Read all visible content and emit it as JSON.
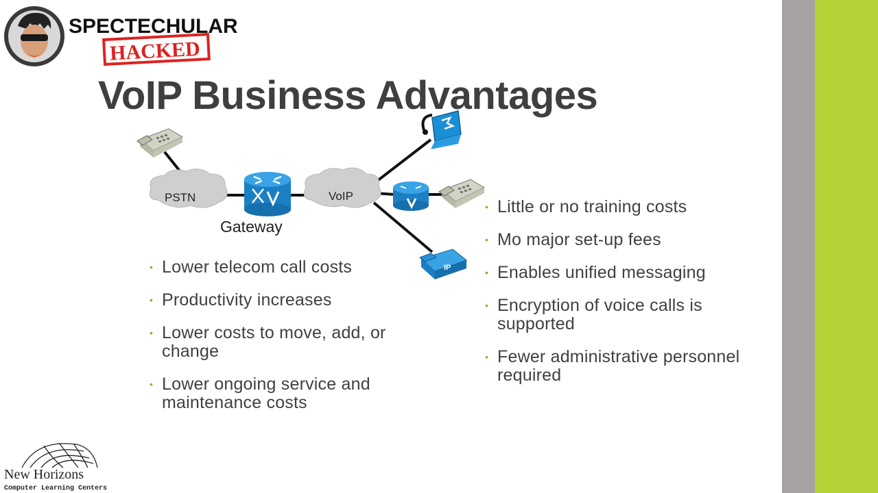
{
  "branding": {
    "logo_text_top": "SPECTECHULAR",
    "logo_stamp": "HACKED",
    "footer_logo_name": "New Horizons",
    "footer_logo_tagline": "Computer Learning Centers"
  },
  "slide": {
    "title": "VoIP Business Advantages"
  },
  "diagram": {
    "pstn_label": "PSTN",
    "voip_label": "VoIP",
    "gateway_label": "Gateway"
  },
  "bullets_left": [
    {
      "text": "Lower telecom call costs"
    },
    {
      "text": "Productivity increases"
    },
    {
      "text": "Lower costs to move, add, or change"
    },
    {
      "text": "Lower ongoing service and maintenance costs"
    }
  ],
  "bullets_right": [
    {
      "text": "Little or no training costs"
    },
    {
      "text": "Mo major set-up fees"
    },
    {
      "text": "Enables unified messaging"
    },
    {
      "text": "Encryption of voice calls is supported"
    },
    {
      "text": "Fewer administrative personnel required"
    }
  ],
  "colors": {
    "accent_gray": "#a6a2a2",
    "accent_green": "#b2d235",
    "bullet": "#8cb02a",
    "title": "#3f3f3f",
    "device_blue": "#1b8fd6"
  }
}
